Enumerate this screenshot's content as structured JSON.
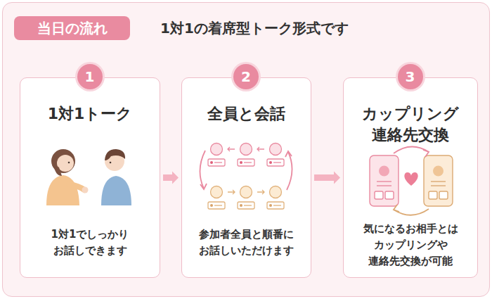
{
  "diagram": {
    "nodes": [
      {
        "text": [
          "当日の流れ"
        ]
      },
      {
        "text": [
          "1対1トーク",
          "1対1でしっかり お話しできます"
        ]
      },
      {
        "text": [
          "1"
        ],
        "in": 1
      },
      {
        "text": [
          "全員と会話",
          "参加者全員と順番に お話しいただけます"
        ]
      },
      {
        "text": [
          "2"
        ],
        "in": 3
      },
      {
        "text": [
          "カップリング 連絡先交換",
          "気になるお相手とは カップリングや 連絡先交換が可能"
        ]
      },
      {
        "text": [
          "3"
        ],
        "in": 5
      }
    ],
    "edges": [
      {
        "from": 1,
        "to": 3,
        "arrow": "to"
      },
      {
        "from": 3,
        "to": 5,
        "arrow": "to"
      }
    ],
    "labels": [
      "1対1の着席型トーク形式です"
    ]
  }
}
